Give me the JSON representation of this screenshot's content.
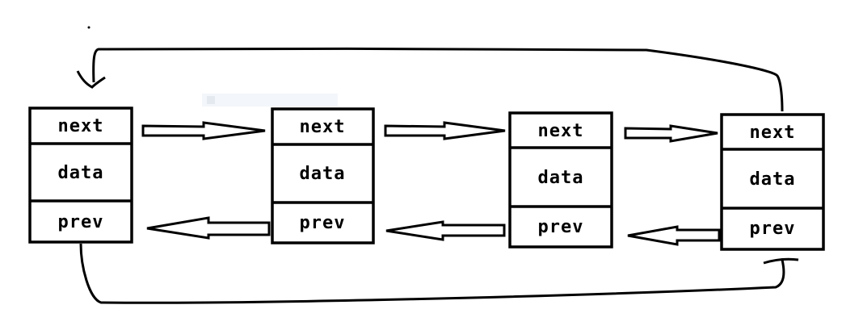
{
  "diagram": {
    "nodes": [
      {
        "next_label": "next",
        "data_label": "data",
        "prev_label": "prev"
      },
      {
        "next_label": "next",
        "data_label": "data",
        "prev_label": "prev"
      },
      {
        "next_label": "next",
        "data_label": "data",
        "prev_label": "prev"
      },
      {
        "next_label": "next",
        "data_label": "data",
        "prev_label": "prev"
      }
    ],
    "line_color": "#000000",
    "background": "#ffffff"
  }
}
